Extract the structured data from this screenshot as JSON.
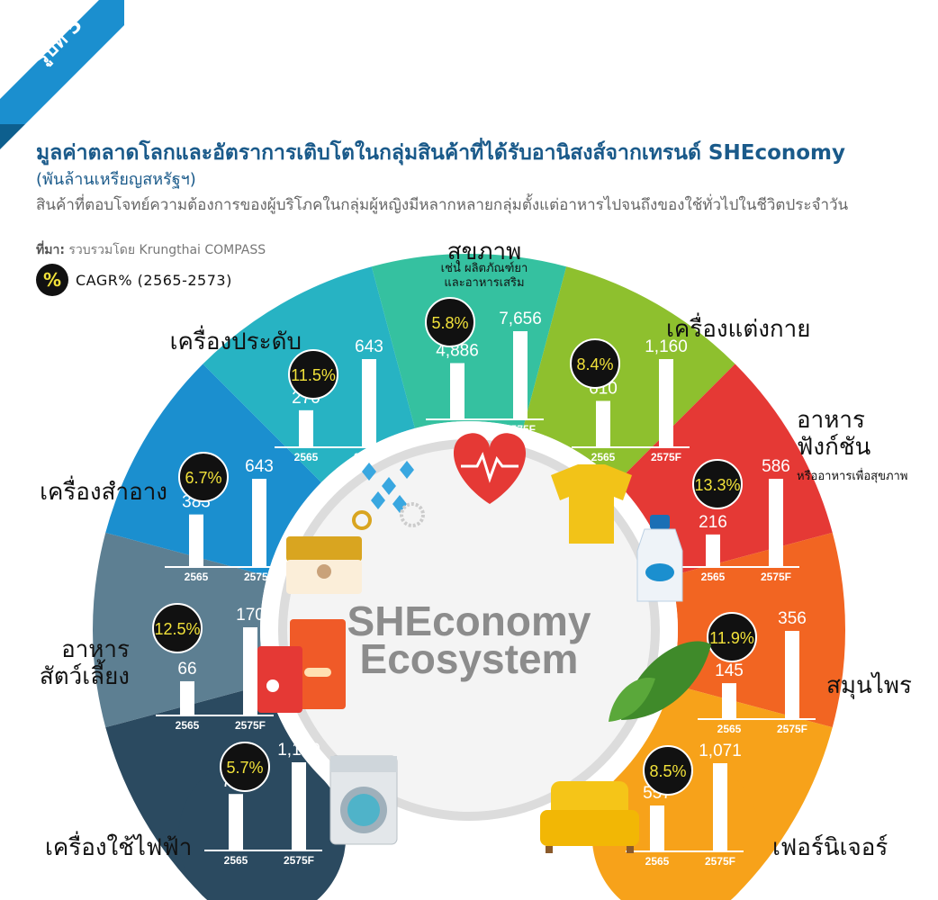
{
  "figure_tag": "รูปที่ 5",
  "title": "มูลค่าตลาดโลกและอัตราการเติบโตในกลุ่มสินค้าที่ได้รับอานิสงส์จากเทรนด์ SHEconomy",
  "unit": "(พันล้านเหรียญสหรัฐฯ)",
  "subtitle": "สินค้าที่ตอบโจทย์ความต้องการของผู้บริโภคในกลุ่มผู้หญิงมีหลากหลายกลุ่มตั้งแต่อาหารไปจนถึงของใช้ทั่วไปในชีวิตประจำวัน",
  "source_label": "ที่มา:",
  "source_text": "รวบรวมโดย Krungthai COMPASS",
  "legend_symbol": "%",
  "legend_text": "CAGR% (2565-2573)",
  "center_line1": "SHEconomy",
  "center_line2": "Ecosystem",
  "colors": {
    "accent_blue": "#1a5a8a",
    "badge_bg": "#111111",
    "badge_text": "#f2e23a"
  },
  "chart_data": {
    "type": "bar",
    "categories": [
      "2565",
      "2575F"
    ],
    "groups": [
      {
        "name": "เครื่องใช้ไฟฟ้า",
        "sub_label": "",
        "cagr": "5.7%",
        "values": [
          724,
          1130
        ],
        "value_labels": [
          "724",
          "1,130"
        ],
        "color": "#2b4a60",
        "icon": "washing-machine-icon"
      },
      {
        "name": "อาหาร สัตว์เลี้ยง",
        "sub_label": "",
        "cagr": "12.5%",
        "values": [
          66,
          170
        ],
        "value_labels": [
          "66",
          "170"
        ],
        "color": "#5d7f92",
        "icon": "pet-food-icon"
      },
      {
        "name": "เครื่องสำอาง",
        "sub_label": "",
        "cagr": "6.7%",
        "values": [
          383,
          643
        ],
        "value_labels": [
          "383",
          "643"
        ],
        "color": "#1b8fcf",
        "icon": "cosmetics-jar-icon"
      },
      {
        "name": "เครื่องประดับ",
        "sub_label": "",
        "cagr": "11.5%",
        "values": [
          270,
          643
        ],
        "value_labels": [
          "270",
          "643"
        ],
        "color": "#27b3c3",
        "icon": "jewelry-icon"
      },
      {
        "name": "สุขภาพ",
        "sub_label": "เช่น ผลิตภัณฑ์ยา และอาหารเสริม",
        "cagr": "5.8%",
        "values": [
          4886,
          7656
        ],
        "value_labels": [
          "4,886",
          "7,656"
        ],
        "color": "#35c1a0",
        "icon": "heart-pulse-icon"
      },
      {
        "name": "เครื่องแต่งกาย",
        "sub_label": "",
        "cagr": "8.4%",
        "values": [
          610,
          1160
        ],
        "value_labels": [
          "610",
          "1,160"
        ],
        "color": "#8ec02e",
        "icon": "shirt-icon"
      },
      {
        "name": "อาหาร ฟังก์ชัน",
        "sub_label": "หรืออาหารเพื่อสุขภาพ",
        "cagr": "13.3%",
        "values": [
          216,
          586
        ],
        "value_labels": [
          "216",
          "586"
        ],
        "color": "#e53935",
        "icon": "milk-bottle-icon"
      },
      {
        "name": "สมุนไพร",
        "sub_label": "",
        "cagr": "11.9%",
        "values": [
          145,
          356
        ],
        "value_labels": [
          "145",
          "356"
        ],
        "color": "#f26522",
        "icon": "basil-leaf-icon"
      },
      {
        "name": "เฟอร์นิเจอร์",
        "sub_label": "",
        "cagr": "8.5%",
        "values": [
          557,
          1071
        ],
        "value_labels": [
          "557",
          "1,071"
        ],
        "color": "#f7a21a",
        "icon": "armchair-icon"
      }
    ]
  }
}
